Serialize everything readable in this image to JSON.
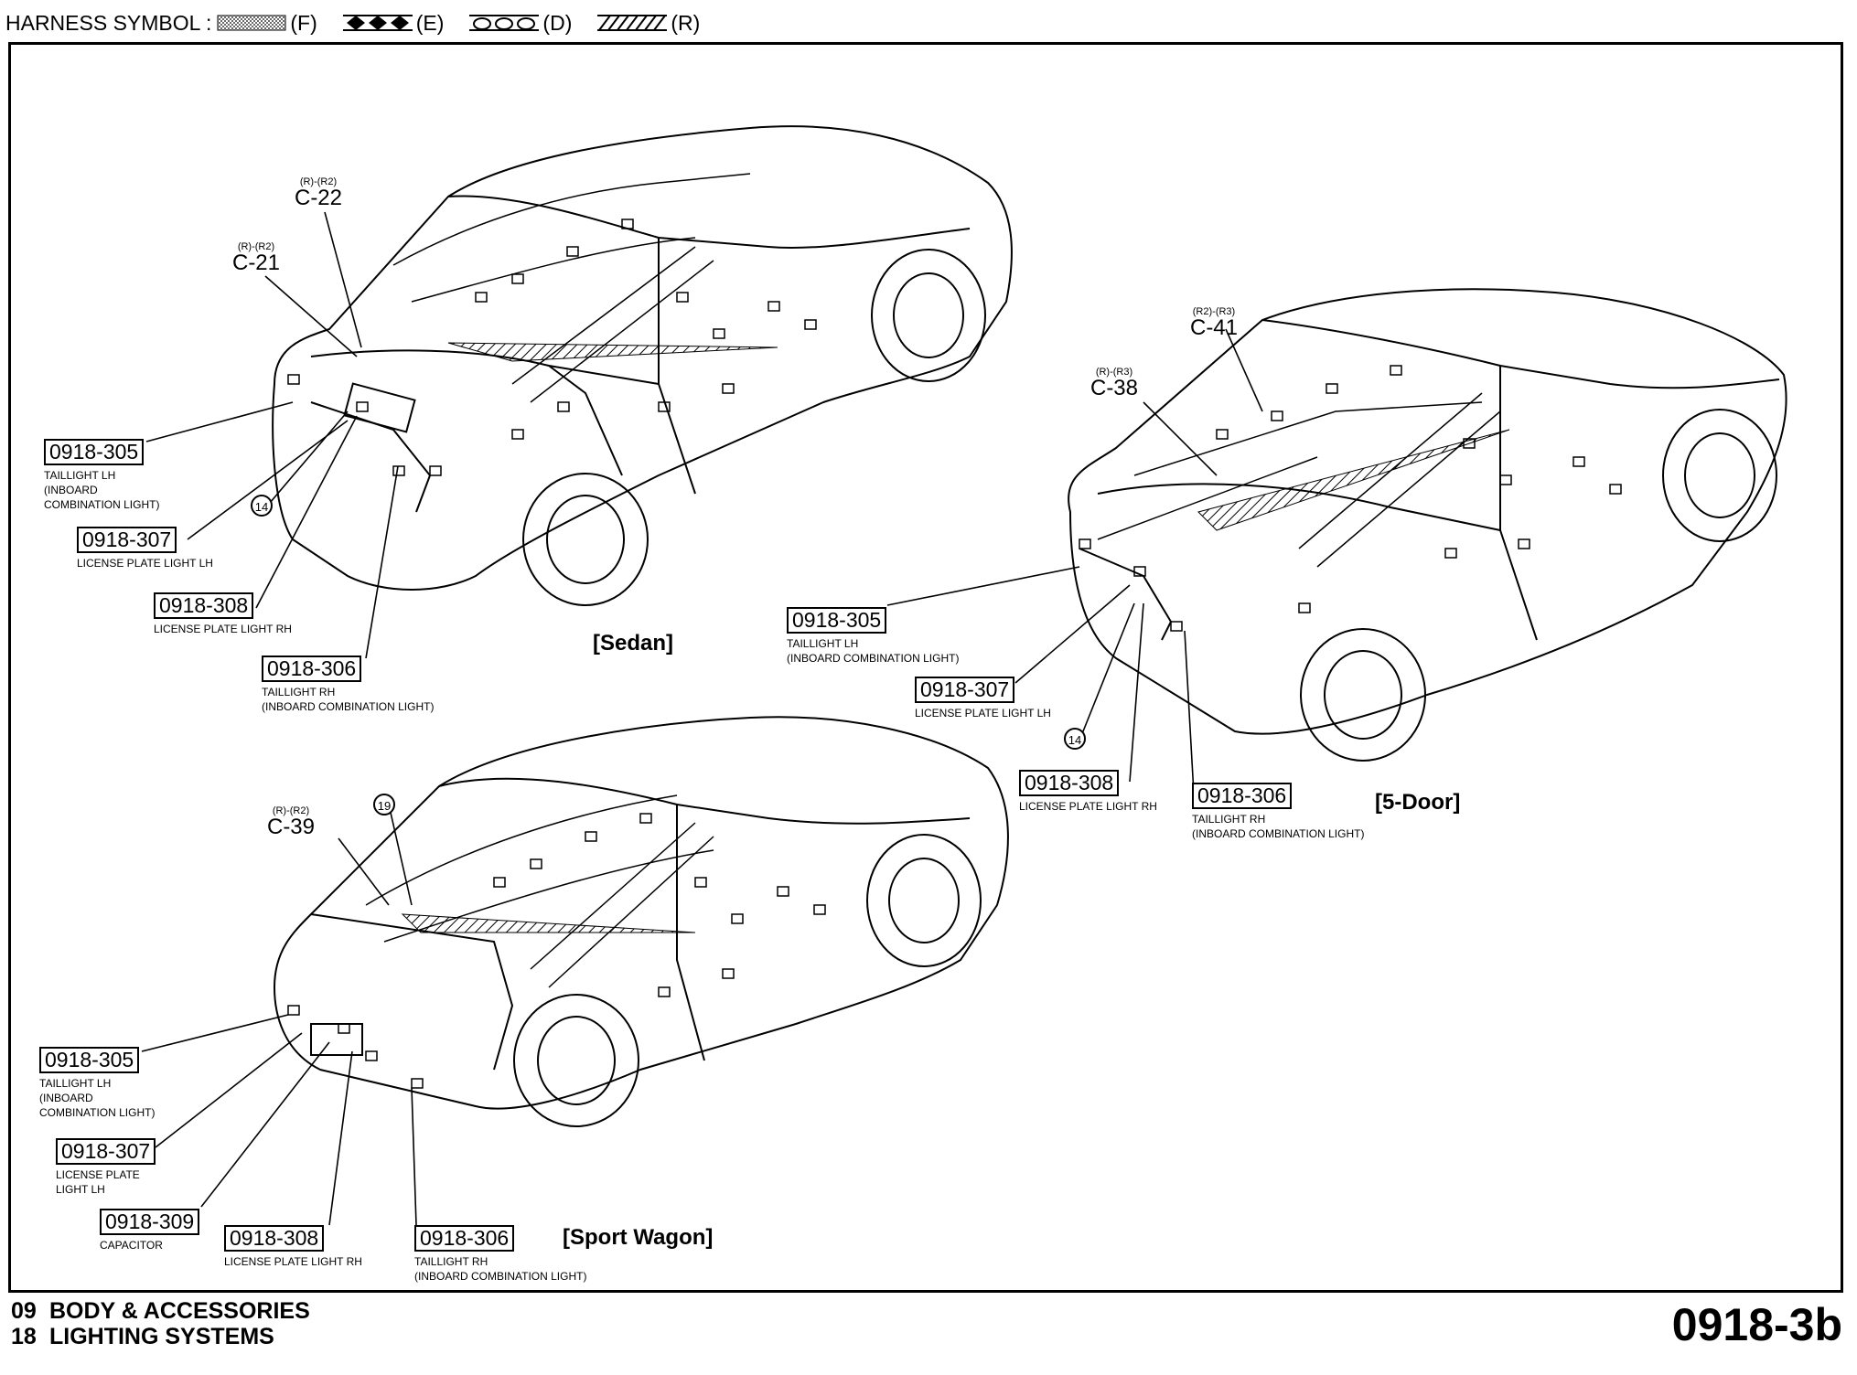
{
  "legend": {
    "label": "HARNESS SYMBOL :",
    "items": [
      {
        "code": "(F)"
      },
      {
        "code": "(E)"
      },
      {
        "code": "(D)"
      },
      {
        "code": "(R)"
      }
    ]
  },
  "variants": {
    "sedan": "[Sedan]",
    "five_door": "[5-Door]",
    "sport_wagon": "[Sport Wagon]"
  },
  "connectors": {
    "c22": {
      "pins": "(R)-(R2)",
      "id": "C-22"
    },
    "c21": {
      "pins": "(R)-(R2)",
      "id": "C-21"
    },
    "c41": {
      "pins": "(R2)-(R3)",
      "id": "C-41"
    },
    "c38": {
      "pins": "(R)-(R3)",
      "id": "C-38"
    },
    "c39": {
      "pins": "(R)-(R2)",
      "id": "C-39"
    }
  },
  "markers": {
    "m14": "14",
    "m19": "19"
  },
  "sedan_refs": [
    {
      "code": "0918-305",
      "desc": "TAILLIGHT LH\n(INBOARD\nCOMBINATION LIGHT)"
    },
    {
      "code": "0918-307",
      "desc": "LICENSE PLATE LIGHT LH"
    },
    {
      "code": "0918-308",
      "desc": "LICENSE PLATE LIGHT RH"
    },
    {
      "code": "0918-306",
      "desc": "TAILLIGHT RH\n(INBOARD COMBINATION LIGHT)"
    }
  ],
  "fivedoor_refs": [
    {
      "code": "0918-305",
      "desc": "TAILLIGHT LH\n(INBOARD COMBINATION LIGHT)"
    },
    {
      "code": "0918-307",
      "desc": "LICENSE PLATE LIGHT LH"
    },
    {
      "code": "0918-308",
      "desc": "LICENSE PLATE LIGHT RH"
    },
    {
      "code": "0918-306",
      "desc": "TAILLIGHT RH\n(INBOARD COMBINATION LIGHT)"
    }
  ],
  "wagon_refs": [
    {
      "code": "0918-305",
      "desc": "TAILLIGHT LH\n(INBOARD\nCOMBINATION LIGHT)"
    },
    {
      "code": "0918-307",
      "desc": "LICENSE PLATE\nLIGHT LH"
    },
    {
      "code": "0918-309",
      "desc": "CAPACITOR"
    },
    {
      "code": "0918-308",
      "desc": "LICENSE PLATE LIGHT RH"
    },
    {
      "code": "0918-306",
      "desc": "TAILLIGHT RH\n(INBOARD COMBINATION LIGHT)"
    }
  ],
  "footer": {
    "line1_num": "09",
    "line1_text": "BODY & ACCESSORIES",
    "line2_num": "18",
    "line2_text": "LIGHTING SYSTEMS",
    "page_id": "0918-3b"
  }
}
